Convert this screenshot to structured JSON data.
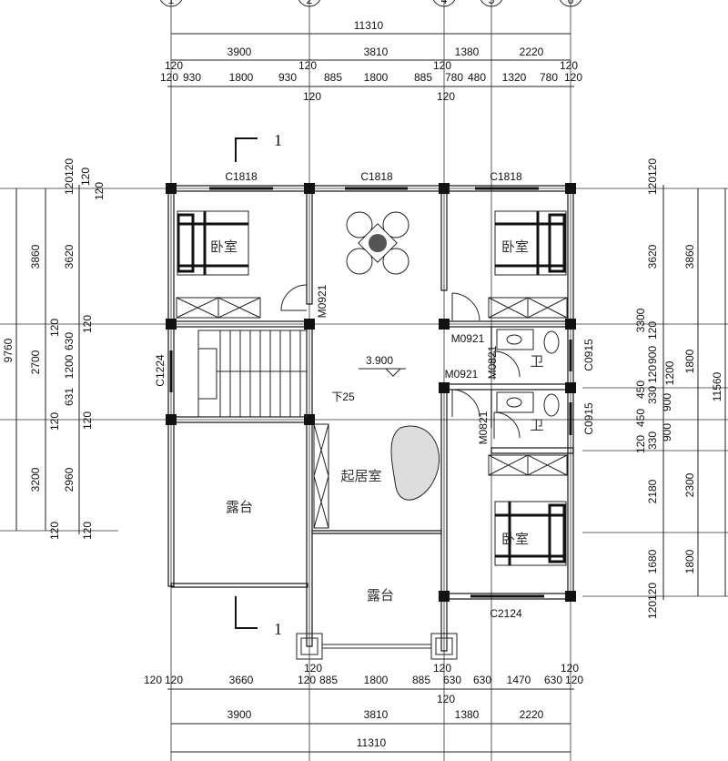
{
  "axes": [
    "1",
    "2",
    "4",
    "5",
    "6"
  ],
  "section_mark": "1",
  "dims": {
    "top": {
      "total": "11310",
      "bays": [
        "3900",
        "3810",
        "1380",
        "2220"
      ],
      "walls": [
        "120",
        "120",
        "120",
        "120"
      ],
      "detail": [
        "120",
        "930",
        "1800",
        "930",
        "885",
        "1800",
        "885",
        "780",
        "480",
        "1320",
        "780",
        "120"
      ],
      "under": [
        "120",
        "120"
      ]
    },
    "bottom": {
      "total": "11310",
      "bays": [
        "3900",
        "3810",
        "1380",
        "2220"
      ],
      "detail": [
        "120",
        "120",
        "3660",
        "120",
        "885",
        "1800",
        "885",
        "630",
        "630",
        "1470",
        "630",
        "120"
      ],
      "over": [
        "120",
        "120",
        "120"
      ],
      "under": [
        "120"
      ]
    },
    "left": {
      "total": "9760",
      "bays": [
        "3860",
        "2700",
        "3200"
      ],
      "bay_walls": [
        "120",
        "120",
        "120"
      ],
      "detail": [
        "120120",
        "3620",
        "120",
        "630",
        "1200",
        "631",
        "120",
        "2960",
        "120"
      ],
      "top_walls": [
        "120",
        "120"
      ]
    },
    "right": {
      "total": "11560",
      "bays": [
        "3860",
        "1800",
        "900",
        "900",
        "2300",
        "1800"
      ],
      "mid": [
        "1200"
      ],
      "detail": [
        "120120",
        "3620",
        "3300",
        "120",
        "900",
        "450",
        "120",
        "330",
        "450",
        "120",
        "330",
        "2180",
        "1680",
        "120120"
      ]
    }
  },
  "rooms": {
    "bedroom": "卧室",
    "living": "起居室",
    "terrace": "露台",
    "bath": "卫"
  },
  "windows": {
    "c1818": "C1818",
    "c1224": "C1224",
    "c0915": "C0915",
    "c2124": "C2124"
  },
  "doors": {
    "m0921": "M0921",
    "m0821": "M0821"
  },
  "elevation": "3.900",
  "stair_note": "下25"
}
